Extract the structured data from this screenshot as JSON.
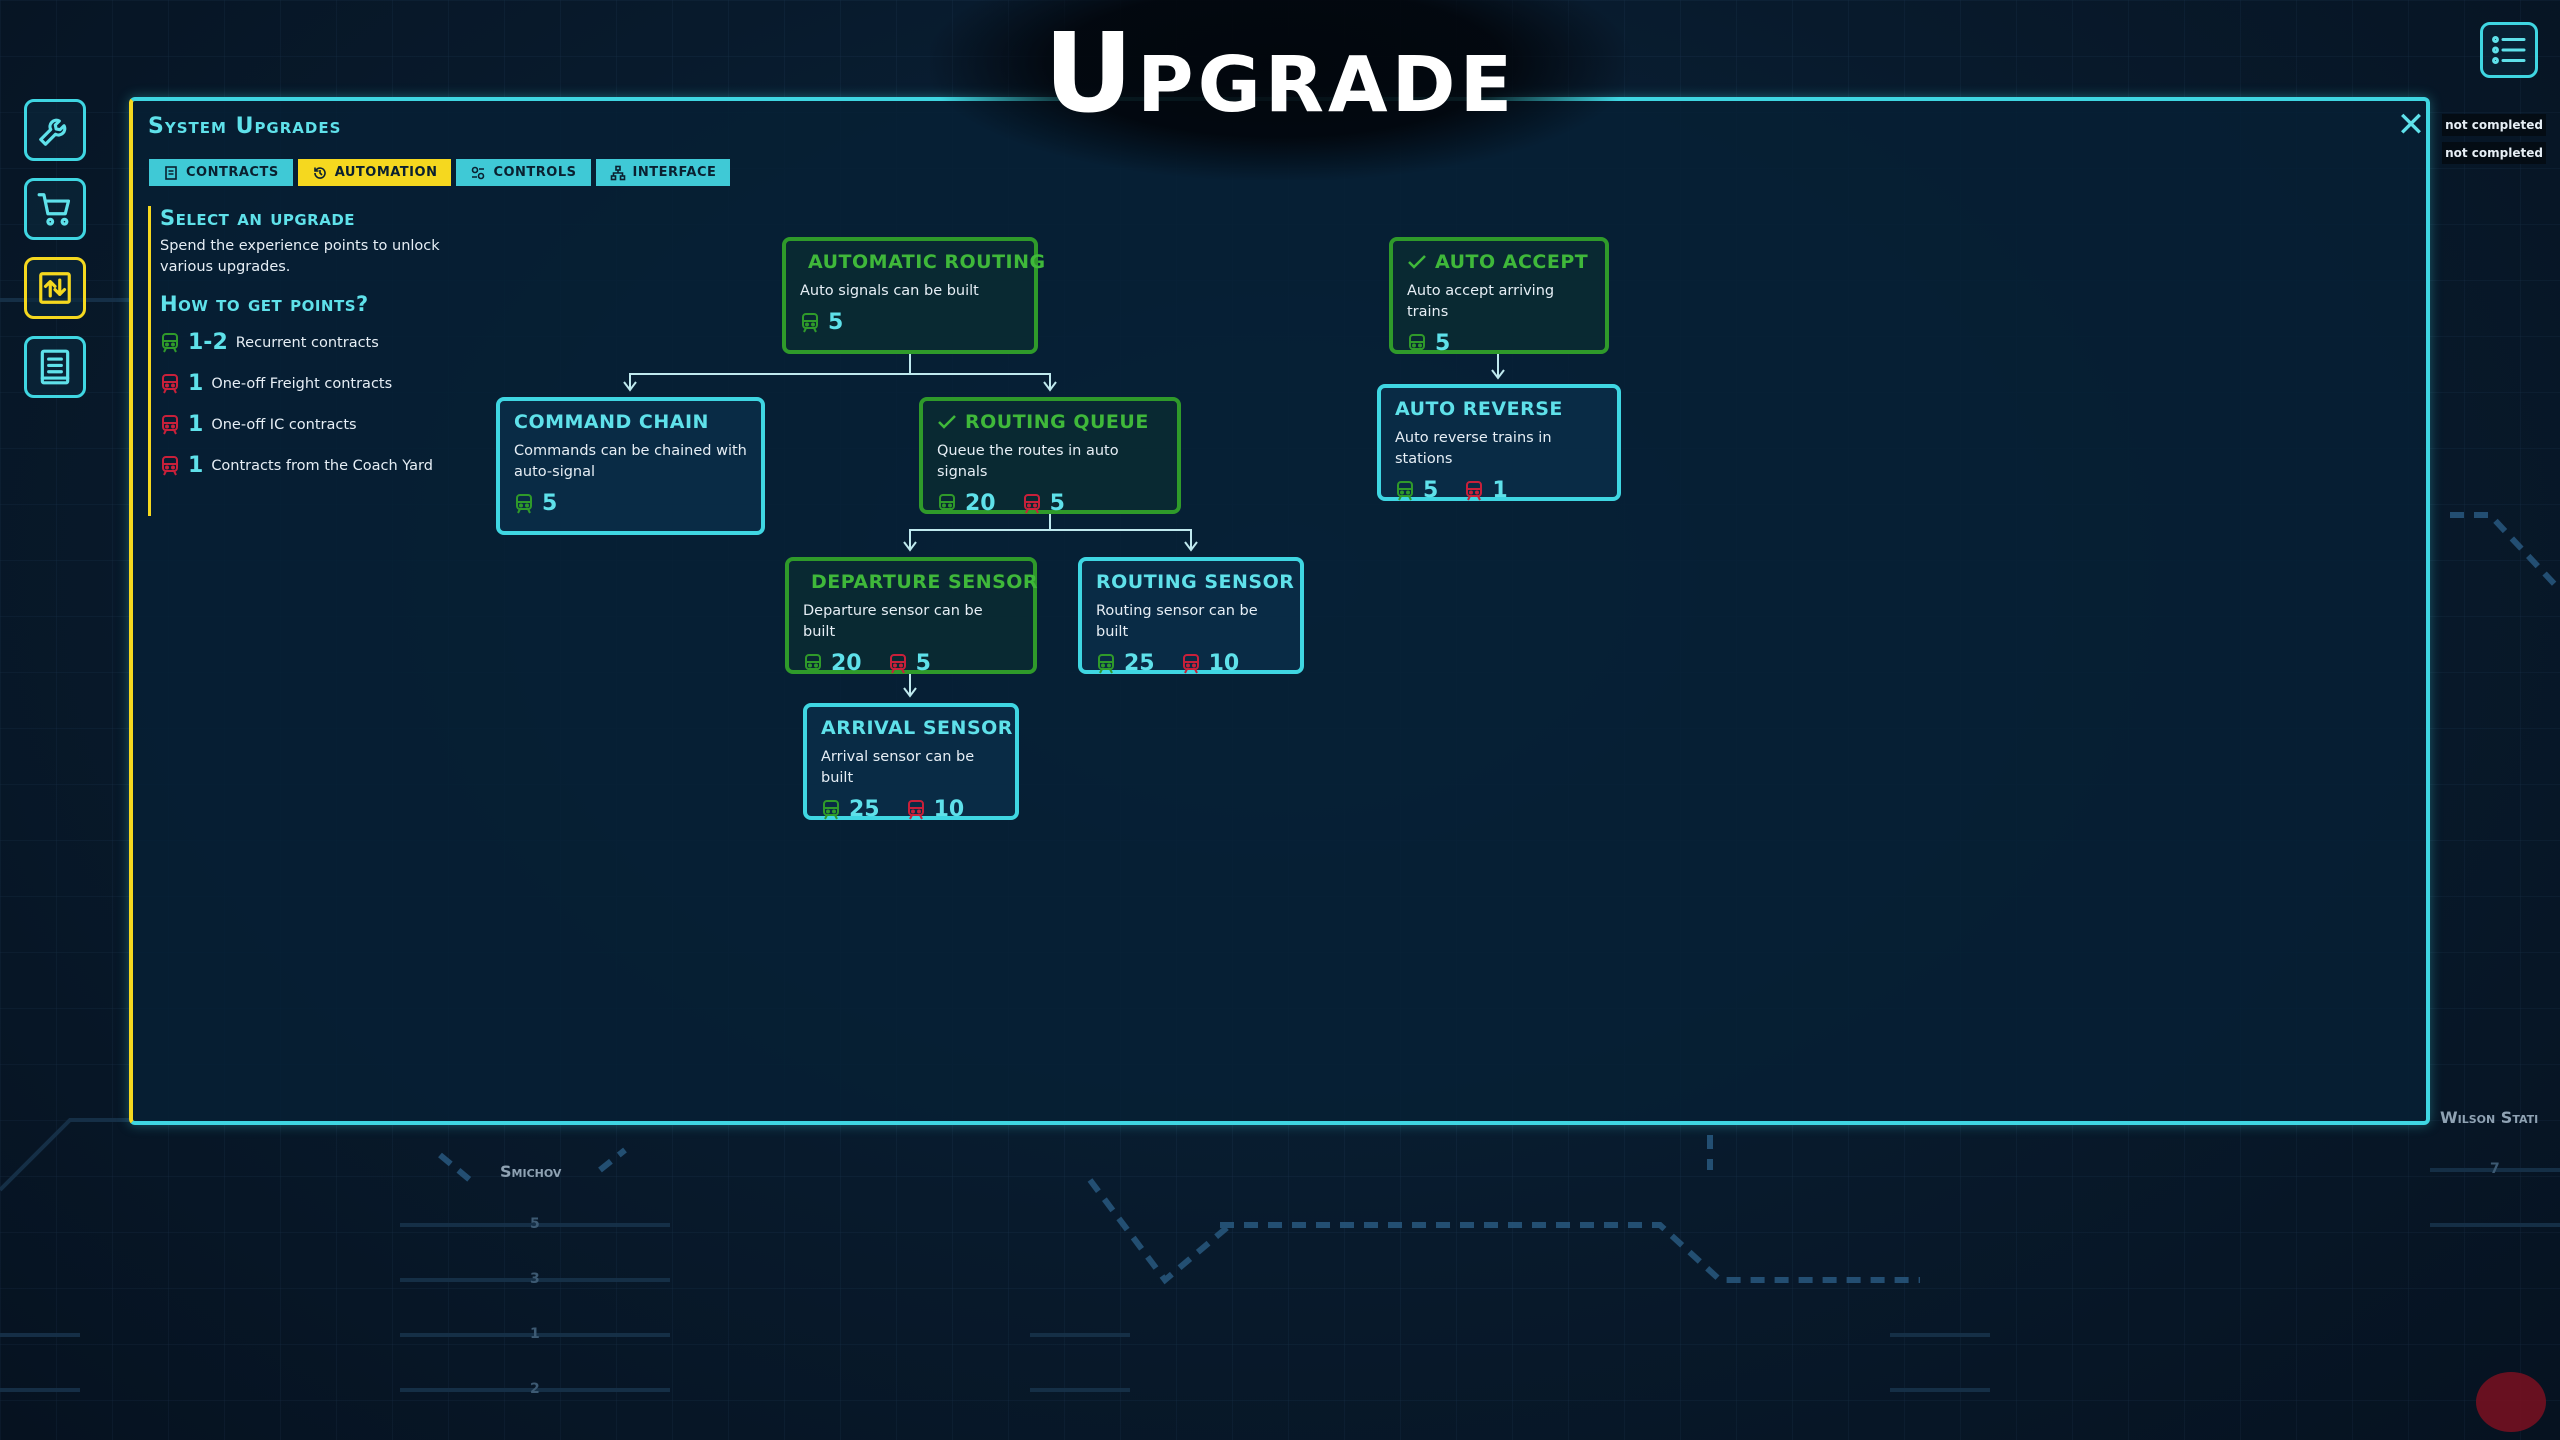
{
  "screen_title": "Upgrade",
  "sidebar": {
    "items": [
      {
        "icon": "wrench-icon"
      },
      {
        "icon": "cart-icon"
      },
      {
        "icon": "upgrade-icon",
        "active": true
      },
      {
        "icon": "book-icon"
      }
    ]
  },
  "top_right": {
    "menu_icon": "list-menu-icon",
    "status_tags": [
      "not completed",
      "not completed"
    ]
  },
  "panel": {
    "title": "System Upgrades",
    "close_glyph": "✕",
    "tabs": [
      {
        "label": "CONTRACTS",
        "icon": "contract-icon",
        "active": false
      },
      {
        "label": "AUTOMATION",
        "icon": "automation-icon",
        "active": true
      },
      {
        "label": "CONTROLS",
        "icon": "controls-icon",
        "active": false
      },
      {
        "label": "INTERFACE",
        "icon": "interface-icon",
        "active": false
      }
    ]
  },
  "info": {
    "select_heading": "Select an upgrade",
    "select_text": "Spend the experience points to unlock various upgrades.",
    "how_heading": "How to get points?",
    "ways": [
      {
        "points": "1-2",
        "label": "Recurrent contracts",
        "color": "#2f9a2a"
      },
      {
        "points": "1",
        "label": "One-off Freight contracts",
        "color": "#c8203a"
      },
      {
        "points": "1",
        "label": "One-off IC contracts",
        "color": "#c8203a"
      },
      {
        "points": "1",
        "label": "Contracts from the Coach Yard",
        "color": "#c8203a"
      }
    ]
  },
  "upgrades": {
    "automatic_routing": {
      "title": "AUTOMATIC ROUTING",
      "desc": "Auto signals can be built",
      "completed": true,
      "green": "5"
    },
    "command_chain": {
      "title": "COMMAND CHAIN",
      "desc": "Commands can be chained with auto-signal",
      "completed": false,
      "green": "5"
    },
    "routing_queue": {
      "title": "ROUTING QUEUE",
      "desc": "Queue the routes in auto signals",
      "completed": true,
      "green": "20",
      "red": "5"
    },
    "departure_sensor": {
      "title": "DEPARTURE SENSOR",
      "desc": "Departure sensor can be built",
      "completed": true,
      "green": "20",
      "red": "5"
    },
    "routing_sensor": {
      "title": "ROUTING SENSOR",
      "desc": "Routing sensor can be built",
      "completed": false,
      "green": "25",
      "red": "10"
    },
    "arrival_sensor": {
      "title": "ARRIVAL SENSOR",
      "desc": "Arrival sensor can be built",
      "completed": false,
      "green": "25",
      "red": "10"
    },
    "auto_accept": {
      "title": "AUTO ACCEPT",
      "desc": "Auto accept arriving trains",
      "completed": true,
      "green": "5"
    },
    "auto_reverse": {
      "title": "AUTO REVERSE",
      "desc": "Auto reverse trains in stations",
      "completed": false,
      "green": "5",
      "red": "1"
    }
  },
  "map_labels": {
    "smichov": "Smichov",
    "wilson": "Wilson Stati",
    "track_numbers": [
      "5",
      "3",
      "1",
      "2",
      "7"
    ]
  },
  "colors": {
    "accent": "#3fd6e2",
    "active_tab": "#f5d81f",
    "completed": "#2f9a2a",
    "red_points": "#c8203a"
  }
}
